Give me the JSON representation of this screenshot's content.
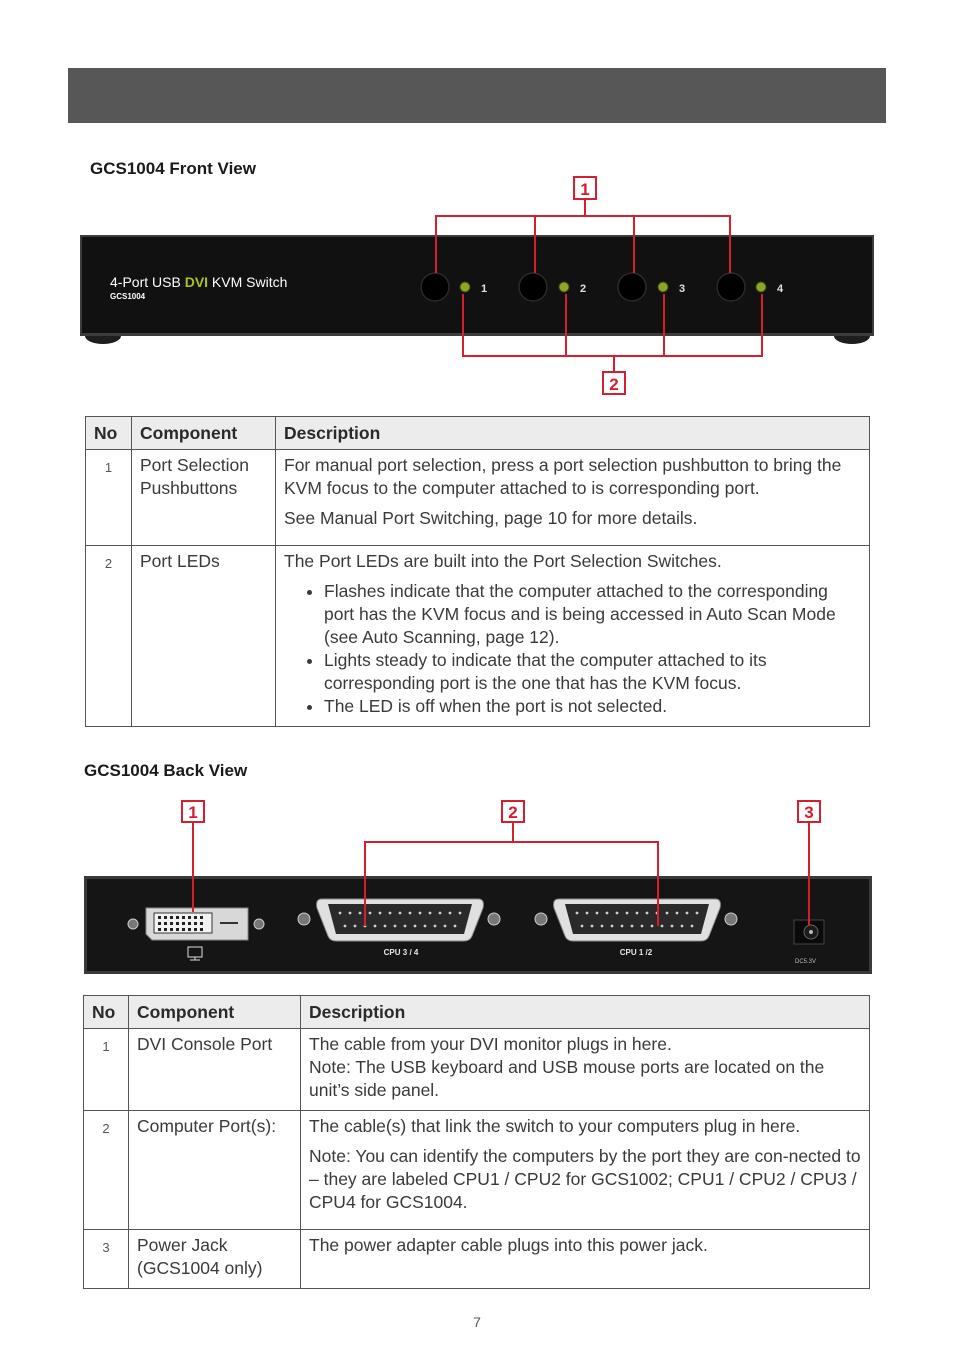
{
  "front": {
    "title": "GCS1004 Front View",
    "device_label_prefix": "4-Port USB ",
    "device_label_dvi": "DVI",
    "device_label_suffix": " KVM Switch",
    "device_model": "GCS1004",
    "ports": [
      "1",
      "2",
      "3",
      "4"
    ],
    "callouts": [
      "1",
      "2"
    ]
  },
  "front_table": {
    "headers": [
      "No",
      "Component",
      "Description"
    ],
    "rows": [
      {
        "no": "1",
        "component": "Port Selection Pushbuttons",
        "p1": "For manual port selection, press a port selection pushbutton to bring the KVM focus to the computer attached to is corresponding port.",
        "p2": "See Manual Port Switching, page 10 for more details."
      },
      {
        "no": "2",
        "component": "Port LEDs",
        "p1": "The Port LEDs are built into the Port Selection Switches.",
        "bullets": [
          "Flashes indicate that the computer attached to the corresponding port has the KVM focus and is being accessed in Auto Scan Mode (see Auto Scanning, page 12).",
          "Lights steady to indicate that the computer attached to its corresponding port is the one that has the KVM focus.",
          "The LED is off when the port is not selected."
        ]
      }
    ]
  },
  "back": {
    "title": "GCS1004 Back View",
    "port_labels": [
      "CPU 3 / 4",
      "CPU 1 /2"
    ],
    "power_label": "DC5.3V",
    "callouts": [
      "1",
      "2",
      "3"
    ]
  },
  "back_table": {
    "headers": [
      "No",
      "Component",
      "Description"
    ],
    "rows": [
      {
        "no": "1",
        "component": "DVI Console Port",
        "p1": "The cable from your DVI monitor plugs in here.",
        "p2": "Note: The USB keyboard and USB mouse ports are located on the unit’s side panel."
      },
      {
        "no": "2",
        "component": "Computer Port(s):",
        "p1": "The cable(s) that link the switch to your computers plug in here.",
        "p2": "Note: You can identify the computers by the port they are con-nected to – they are labeled CPU1 / CPU2 for GCS1002; CPU1 / CPU2 / CPU3 / CPU4 for GCS1004."
      },
      {
        "no": "3",
        "component": "Power Jack (GCS1004 only)",
        "p1": "The power adapter cable plugs into this power jack."
      }
    ]
  },
  "page_number": "7",
  "colors": {
    "callout": "#d3202f",
    "dvi_green": "#a6c520",
    "header_bar": "#575757"
  }
}
